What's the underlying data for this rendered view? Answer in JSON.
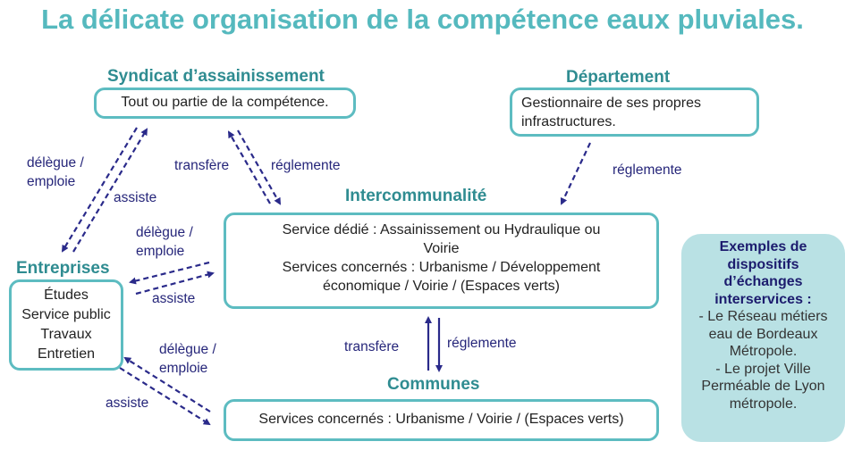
{
  "title": "La délicate organisation de la compétence eaux pluviales.",
  "nodes": {
    "syndicat": {
      "heading": "Syndicat d’assainissement",
      "text": "Tout ou partie de la compétence."
    },
    "departement": {
      "heading": "Département",
      "lines": [
        "Gestionnaire de ses propres",
        "infrastructures."
      ]
    },
    "intercommunalite": {
      "heading": "Intercommunalité",
      "lines": [
        "Service dédié : Assainissement ou Hydraulique ou",
        "Voirie",
        "Services concernés : Urbanisme / Développement",
        "économique / Voirie / (Espaces verts)"
      ]
    },
    "entreprises": {
      "heading": "Entreprises",
      "lines": [
        "Études",
        "Service public",
        "Travaux",
        "Entretien"
      ]
    },
    "communes": {
      "heading": "Communes",
      "text": "Services concernés : Urbanisme / Voirie / (Espaces verts)"
    }
  },
  "edge_labels": {
    "syn_ent_delegue": [
      "délègue /",
      "emploie"
    ],
    "syn_ent_assiste": "assiste",
    "syn_int_transfere": "transfère",
    "syn_int_reglemente": "réglemente",
    "int_ent_delegue": [
      "délègue /",
      "emploie"
    ],
    "int_ent_assiste": "assiste",
    "com_ent_delegue": [
      "délègue /",
      "emploie"
    ],
    "com_ent_assiste": "assiste",
    "com_int_transfere": "transfère",
    "com_int_reglemente": "réglemente",
    "dep_int_reglemente": "réglemente"
  },
  "examples": {
    "heading": [
      "Exemples de",
      "dispositifs",
      "d’échanges",
      "interservices :"
    ],
    "lines": [
      "- Le Réseau métiers",
      "eau de Bordeaux",
      "Métropole.",
      "- Le projet Ville",
      "Perméable de Lyon",
      "métropole."
    ]
  },
  "colors": {
    "title": "#55b9be",
    "heading": "#2f8c91",
    "border": "#5dbcc1",
    "arrow": "#2a2a8a",
    "side_bg": "#b9e1e4"
  }
}
